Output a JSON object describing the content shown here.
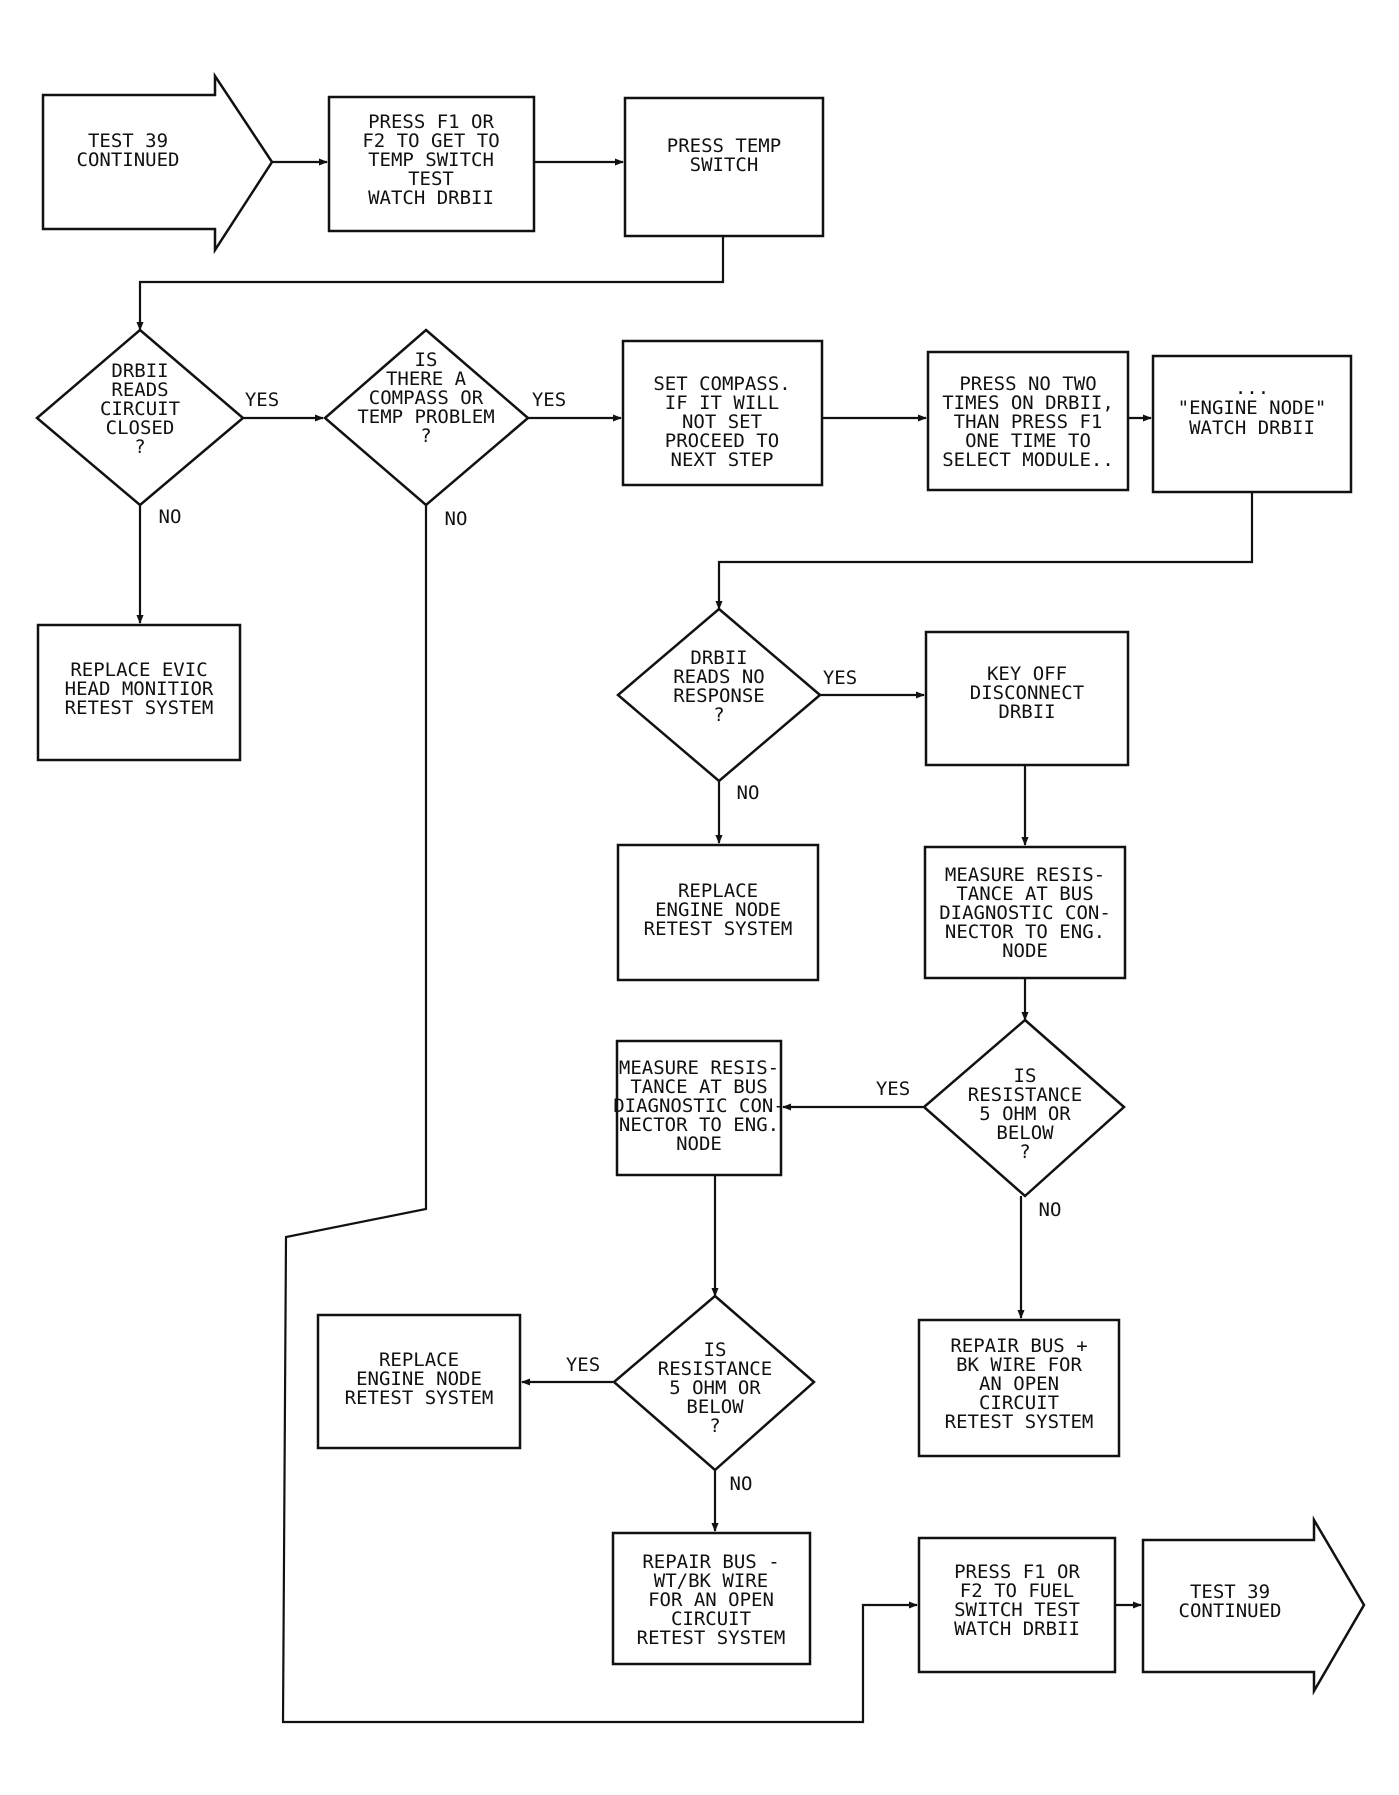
{
  "nodes": {
    "start": {
      "lines": [
        "TEST 39",
        "CONTINUED"
      ]
    },
    "press_f1_temp": {
      "lines": [
        "PRESS F1 OR",
        "F2 TO GET TO",
        "TEMP SWITCH",
        "TEST",
        "WATCH DRBII"
      ]
    },
    "press_temp_switch": {
      "lines": [
        "PRESS TEMP",
        "SWITCH"
      ]
    },
    "d_circuit_closed": {
      "lines": [
        "DRBII",
        "READS",
        "CIRCUIT",
        "CLOSED",
        "?"
      ]
    },
    "d_compass_problem": {
      "lines": [
        "IS",
        "THERE A",
        "COMPASS OR",
        "TEMP PROBLEM",
        "?"
      ]
    },
    "set_compass": {
      "lines": [
        "SET COMPASS.",
        "IF IT WILL",
        "NOT SET",
        "PROCEED TO",
        "NEXT STEP"
      ]
    },
    "press_no_two": {
      "lines": [
        "PRESS NO TWO",
        "TIMES ON DRBII,",
        "THAN PRESS F1",
        "ONE TIME TO",
        "SELECT MODULE.."
      ]
    },
    "engine_node_watch": {
      "lines": [
        "...",
        "\"ENGINE NODE\"",
        "WATCH DRBII"
      ]
    },
    "replace_evic": {
      "lines": [
        "REPLACE EVIC",
        "HEAD MONITIOR",
        "RETEST SYSTEM"
      ]
    },
    "d_no_response": {
      "lines": [
        "DRBII",
        "READS NO",
        "RESPONSE",
        "?"
      ]
    },
    "key_off": {
      "lines": [
        "KEY OFF",
        "DISCONNECT",
        "DRBII"
      ]
    },
    "replace_engine_node_1": {
      "lines": [
        "REPLACE",
        "ENGINE NODE",
        "RETEST SYSTEM"
      ]
    },
    "measure_res_1": {
      "lines": [
        "MEASURE RESIS-",
        "TANCE AT BUS",
        "DIAGNOSTIC CON-",
        "NECTOR TO ENG.",
        "NODE"
      ]
    },
    "d_res_1": {
      "lines": [
        "IS",
        "RESISTANCE",
        "5 OHM OR",
        "BELOW",
        "?"
      ]
    },
    "measure_res_2": {
      "lines": [
        "MEASURE RESIS-",
        "TANCE AT BUS",
        "DIAGNOSTIC CON-",
        "NECTOR TO ENG.",
        "NODE"
      ]
    },
    "repair_bus_plus": {
      "lines": [
        "REPAIR BUS +",
        "BK WIRE FOR",
        "AN OPEN",
        "CIRCUIT",
        "RETEST SYSTEM"
      ]
    },
    "d_res_2": {
      "lines": [
        "IS",
        "RESISTANCE",
        "5 OHM OR",
        "BELOW",
        "?"
      ]
    },
    "replace_engine_node_2": {
      "lines": [
        "REPLACE",
        "ENGINE NODE",
        "RETEST SYSTEM"
      ]
    },
    "repair_bus_minus": {
      "lines": [
        "REPAIR BUS -",
        "WT/BK WIRE",
        "FOR AN OPEN",
        "CIRCUIT",
        "RETEST SYSTEM"
      ]
    },
    "press_f1_fuel": {
      "lines": [
        "PRESS F1 OR",
        "F2 TO FUEL",
        "SWITCH TEST",
        "WATCH DRBII"
      ]
    },
    "end": {
      "lines": [
        "TEST 39",
        "CONTINUED"
      ]
    }
  },
  "edge_labels": {
    "closed_yes": "YES",
    "closed_no": "NO",
    "compass_yes": "YES",
    "compass_no": "NO",
    "noresp_yes": "YES",
    "noresp_no": "NO",
    "res1_yes": "YES",
    "res1_no": "NO",
    "res2_yes": "YES",
    "res2_no": "NO"
  }
}
